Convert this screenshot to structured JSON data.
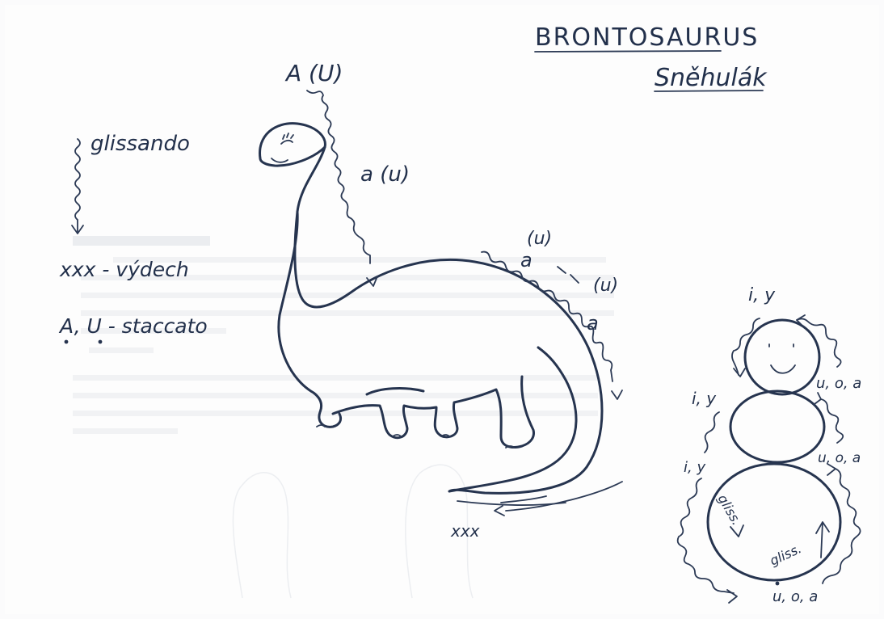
{
  "title": "BRONTOSAURUS",
  "subtitle": "Sněhulák",
  "legend": {
    "glissando": "glissando",
    "breath": "xxx - výdech",
    "staccato": "A, U - staccato"
  },
  "brontosaurus": {
    "head_label": "A (U)",
    "neck_label": "a (u)",
    "back_label_1": "(u)",
    "back_label_2": "a",
    "back_label_3": "(u)",
    "back_label_4": "a",
    "tail_label": "xxx"
  },
  "snowman": {
    "top": "i, y",
    "mid_left": "i, y",
    "low_left": "i, y",
    "right_1": "u, o, a",
    "right_2": "u, o, a",
    "bottom": "u, o, a",
    "gliss_1": "gliss.",
    "gliss_2": "gliss."
  },
  "colors": {
    "ink": "#26344f",
    "paper": "#fdfdfd"
  }
}
